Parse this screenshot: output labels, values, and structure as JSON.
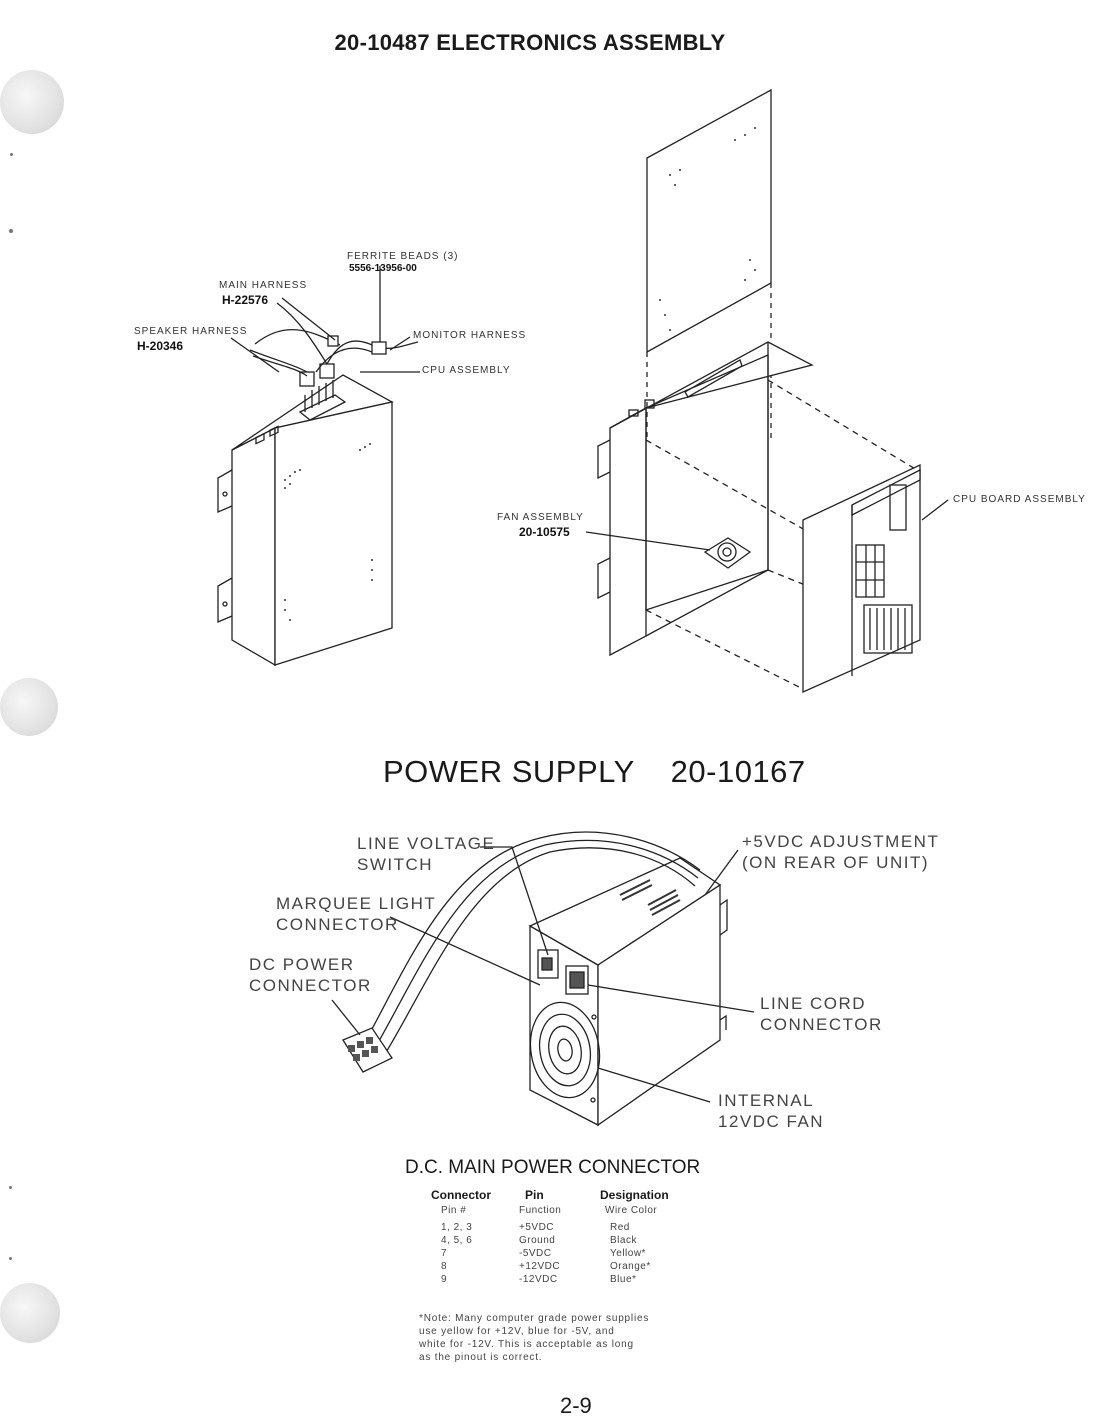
{
  "titles": {
    "electronics": "20-10487   ELECTRONICS ASSEMBLY",
    "power_supply": "POWER SUPPLY    20-10167"
  },
  "electronics_labels": {
    "ferrite_beads": "FERRITE BEADS (3)",
    "ferrite_beads_pn": "5556-13956-00",
    "main_harness": "MAIN HARNESS",
    "main_harness_pn": "H-22576",
    "speaker_harness": "SPEAKER HARNESS",
    "speaker_harness_pn": "H-20346",
    "monitor_harness": "MONITOR HARNESS",
    "cpu_assembly": "CPU ASSEMBLY",
    "fan_assembly": "FAN ASSEMBLY",
    "fan_assembly_pn": "20-10575",
    "cpu_board_assembly": "CPU BOARD ASSEMBLY"
  },
  "power_supply_labels": {
    "line_voltage_1": "LINE VOLTAGE",
    "line_voltage_2": "SWITCH",
    "marquee_1": "MARQUEE LIGHT",
    "marquee_2": "CONNECTOR",
    "dc_power_1": "DC POWER",
    "dc_power_2": "CONNECTOR",
    "adjust_1": "+5VDC ADJUSTMENT",
    "adjust_2": "(ON REAR OF UNIT)",
    "line_cord_1": "LINE CORD",
    "line_cord_2": "CONNECTOR",
    "fan_1": "INTERNAL",
    "fan_2": "12VDC FAN"
  },
  "connector_table": {
    "title": "D.C. MAIN POWER CONNECTOR",
    "headers": [
      "Connector",
      "Pin",
      "Designation"
    ],
    "subheaders": [
      "Pin #",
      "Function",
      "Wire Color"
    ],
    "rows": [
      [
        "1, 2, 3",
        "+5VDC",
        "Red"
      ],
      [
        "4, 5, 6",
        "Ground",
        "Black"
      ],
      [
        "7",
        "-5VDC",
        "Yellow*"
      ],
      [
        "8",
        "+12VDC",
        "Orange*"
      ],
      [
        "9",
        "-12VDC",
        "Blue*"
      ]
    ]
  },
  "note": {
    "line1": "*Note:  Many computer grade power supplies",
    "line2": "use yellow for +12V, blue for -5V, and",
    "line3": "white for -12V. This is acceptable as long",
    "line4": "as the pinout is correct."
  },
  "page_number": "2-9"
}
